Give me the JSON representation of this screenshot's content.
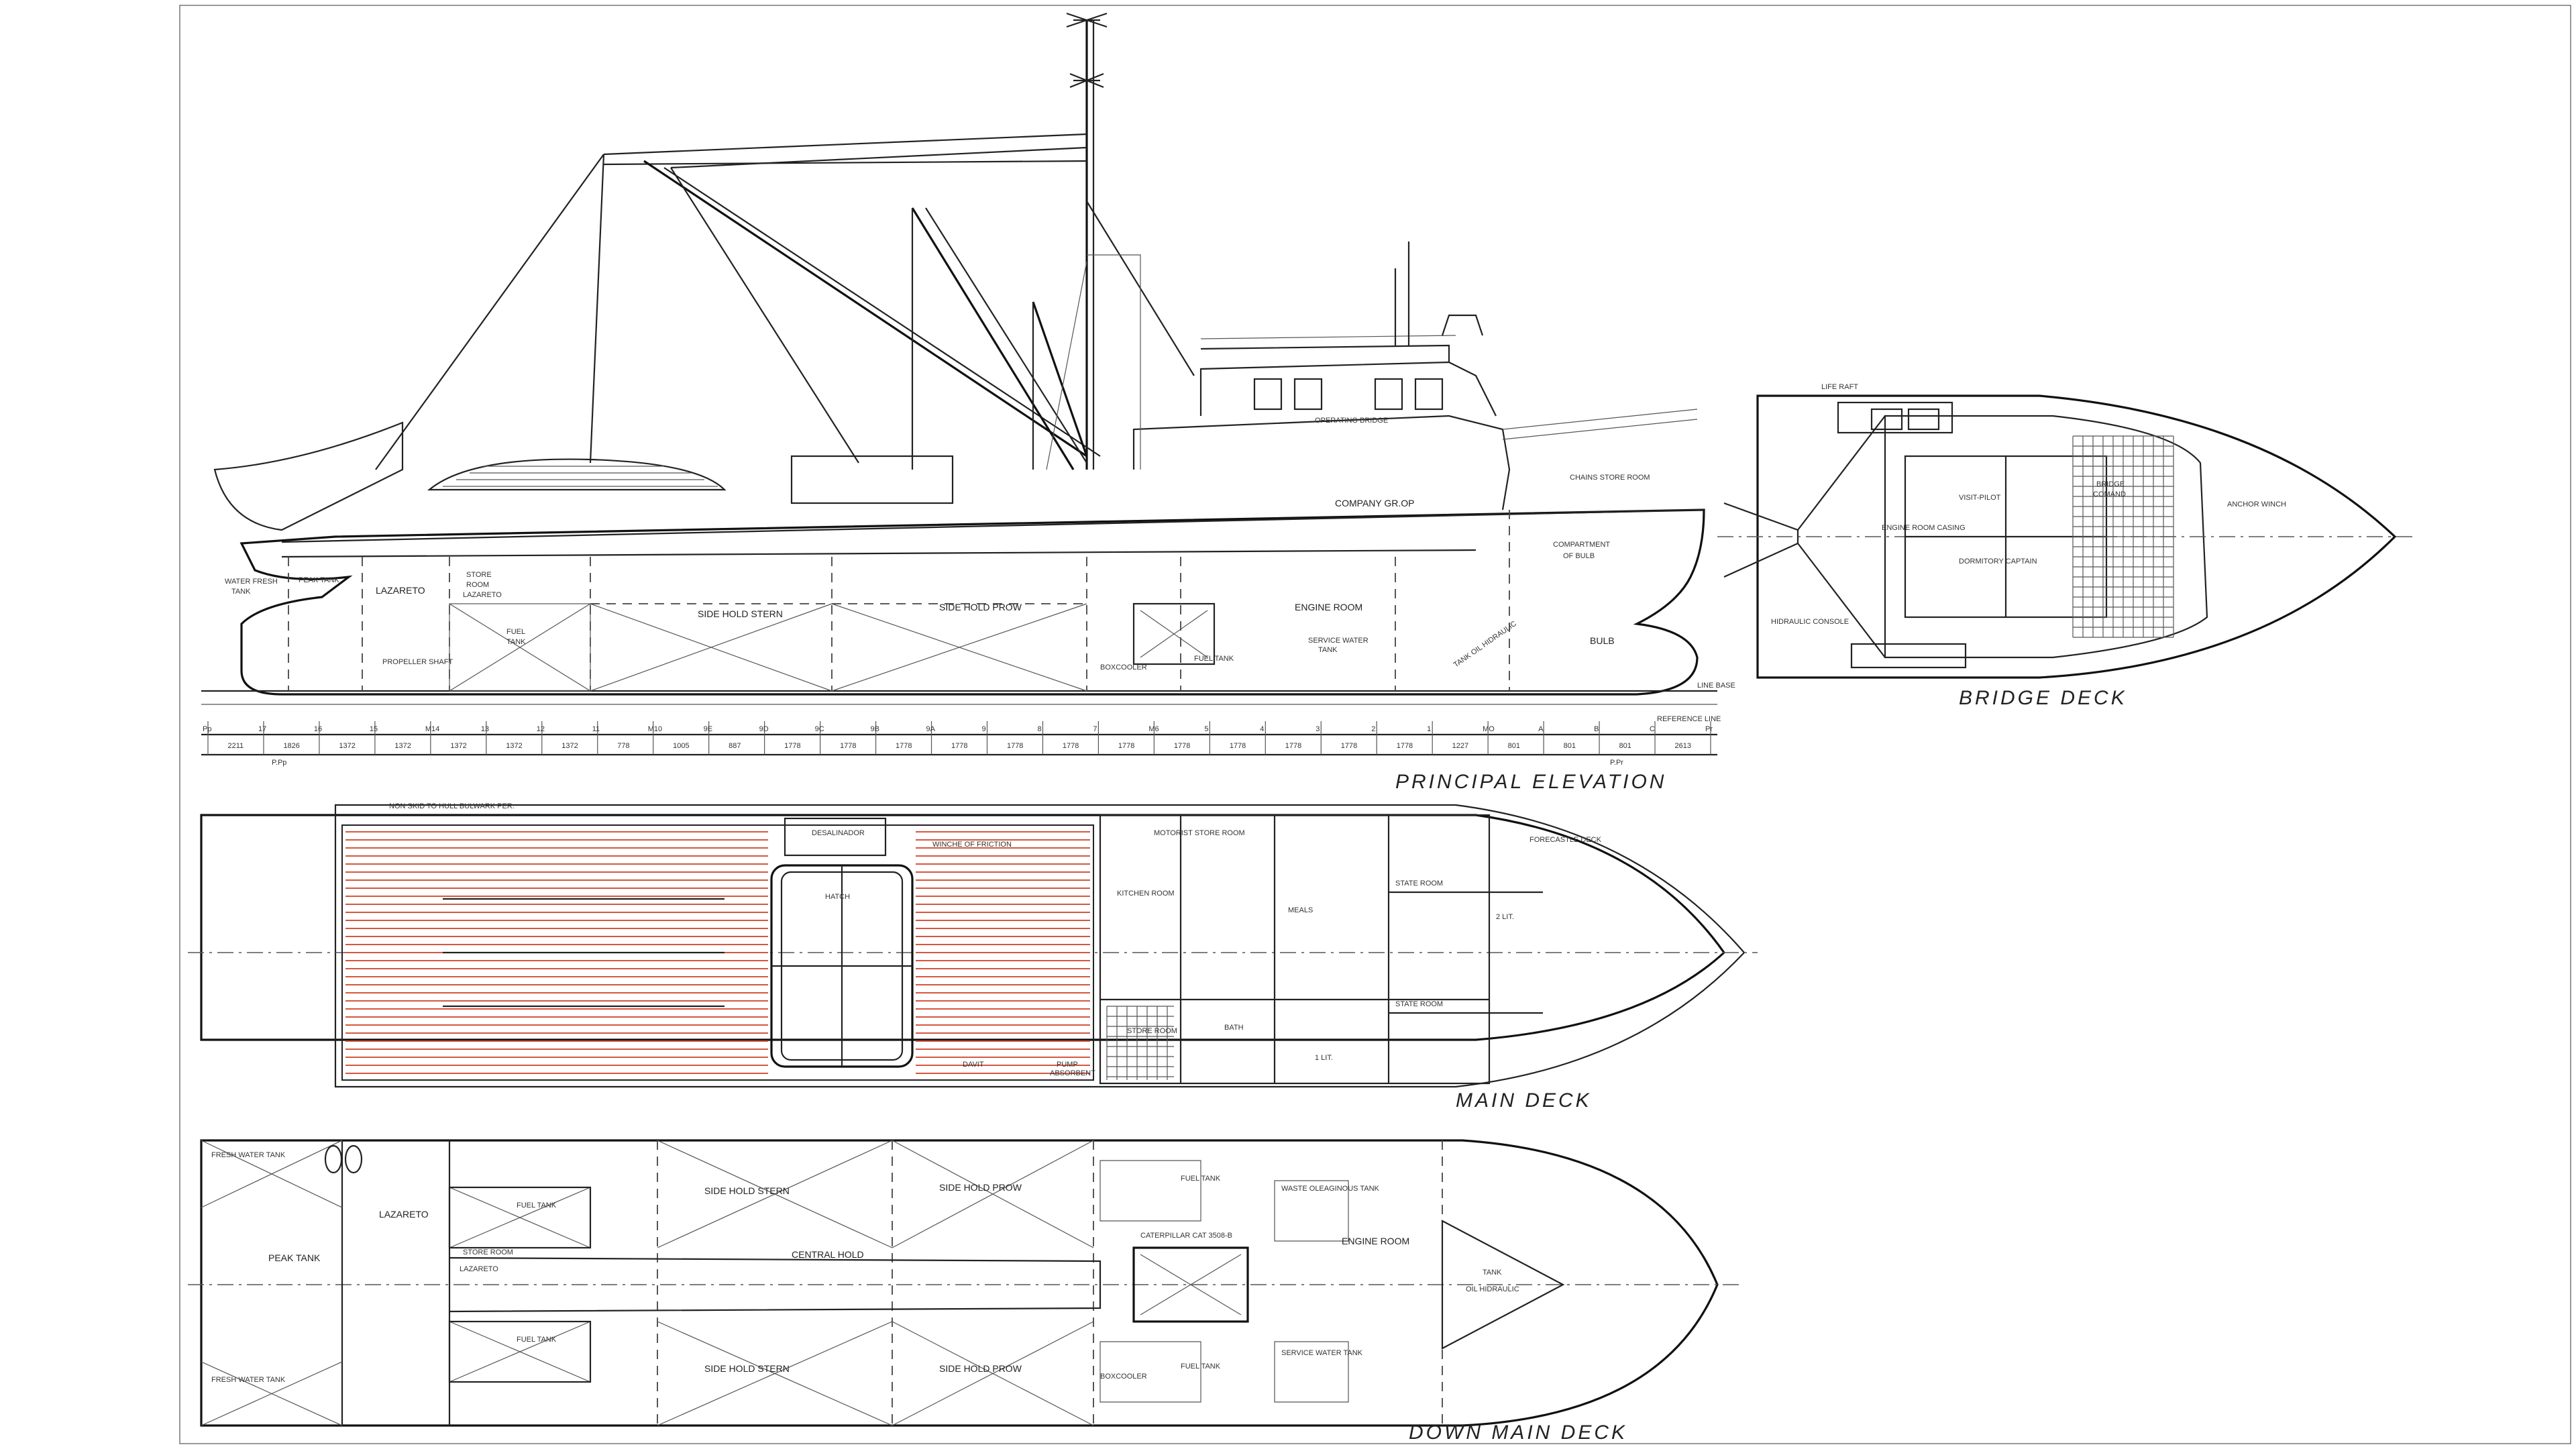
{
  "titles": {
    "elevation": "PRINCIPAL  ELEVATION",
    "bridge": "BRIDGE  DECK",
    "main": "MAIN  DECK",
    "down": "DOWN  MAIN  DECK"
  },
  "elevation": {
    "peak_tank": "PEAK TANK",
    "water_fresh": "WATER FRESH",
    "tank": "TANK",
    "lazareto": "LAZARETO",
    "store_room": "STORE",
    "room": "ROOM",
    "lazareto2": "LAZARETO",
    "fuel": "FUEL",
    "tank2": "TANK",
    "propeller_shaft": "PROPELLER SHAFT",
    "side_hold_stern": "SIDE HOLD STERN",
    "side_hold_prow": "SIDE HOLD PROW",
    "engine_room": "ENGINE ROOM",
    "boxcooler": "BOXCOOLER",
    "fuel_tank": "FUEL TANK",
    "service_water": "SERVICE WATER",
    "tank3": "TANK",
    "tank_oil": "TANK OIL HIDRAULIC",
    "bulb": "BULB",
    "operating_bridge": "OPERATING BRIDGE",
    "company_grop": "COMPANY GR.OP",
    "chains_store_room": "CHAINS STORE ROOM",
    "compartment": "COMPARTMENT",
    "of_bulb": "OF BULB",
    "line_base": "LINE BASE",
    "reference_line": "REFERENCE LINE",
    "pp_left": "P.Pp",
    "pp_right": "P.Pr",
    "frames": [
      "Pp",
      "17",
      "16",
      "15",
      "M14",
      "13",
      "12",
      "11",
      "M10",
      "9E",
      "9D",
      "9C",
      "9B",
      "9A",
      "9",
      "8",
      "7",
      "M6",
      "5",
      "4",
      "3",
      "2",
      "1",
      "MO",
      "A",
      "B",
      "C",
      "Pr"
    ],
    "spacings": [
      "2211",
      "1826",
      "1372",
      "1372",
      "1372",
      "1372",
      "1372",
      "778",
      "1005",
      "887",
      "1778",
      "1778",
      "1778",
      "1778",
      "1778",
      "1778",
      "1778",
      "1778",
      "1778",
      "1778",
      "1778",
      "1778",
      "1227",
      "801",
      "801",
      "801",
      "2613"
    ]
  },
  "bridge": {
    "life_raft": "LIFE RAFT",
    "visit_pilot": "VISIT-PILOT",
    "bridge_command": "BRIDGE",
    "command": "COMAND",
    "dormitory_captain": "DORMITORY CAPTAIN",
    "engine_room_casing": "ENGINE ROOM CASING",
    "hydraulic_console": "HIDRAULIC CONSOLE",
    "anchor_winch": "ANCHOR WINCH"
  },
  "main": {
    "desalinator": "DESALINADOR",
    "winche": "WINCHE OF FRICTION",
    "hatch": "HATCH",
    "davit": "DAVIT",
    "pump": "PUMP",
    "absorbent": "ABSORBENT",
    "store_room": "STORE ROOM",
    "bath": "BATH",
    "kitchen": "KITCHEN ROOM",
    "meals": "MEALS",
    "state_room": "STATE ROOM",
    "state_room2": "STATE ROOM",
    "forecastle": "FORECASTLE DECK",
    "motorist_store": "MOTORIST STORE ROOM",
    "top_note": "NON SKID TO HULL BULWARK PER.",
    "lit": "1 LIT.",
    "lit2": "2 LIT."
  },
  "down": {
    "fresh_water_tank": "FRESH WATER TANK",
    "fresh_water_tank2": "FRESH WATER TANK",
    "lazareto": "LAZARETO",
    "peak_tank": "PEAK TANK",
    "fuel_tank_a": "FUEL TANK",
    "fuel_tank_b": "FUEL TANK",
    "store_room": "STORE ROOM",
    "lazareto2": "LAZARETO",
    "central_hold": "CENTRAL HOLD",
    "side_hold_stern_a": "SIDE HOLD STERN",
    "side_hold_prow_a": "SIDE HOLD PROW",
    "side_hold_stern_b": "SIDE HOLD STERN",
    "side_hold_prow_b": "SIDE HOLD PROW",
    "fuel_tank_c": "FUEL TANK",
    "fuel_tank_d": "FUEL TANK",
    "waste_oleaginous": "WASTE OLEAGINOUS TANK",
    "service_water": "SERVICE WATER TANK",
    "engine_room": "ENGINE ROOM",
    "boxcooler": "BOXCOOLER",
    "tank": "TANK",
    "oil_hidraulic": "OIL HIDRAULIC",
    "caterpillar": "CATERPILLAR CAT 3508-B"
  },
  "colors": {
    "line": "#222222",
    "deck_plank": "#d7563e",
    "background": "#ffffff"
  }
}
